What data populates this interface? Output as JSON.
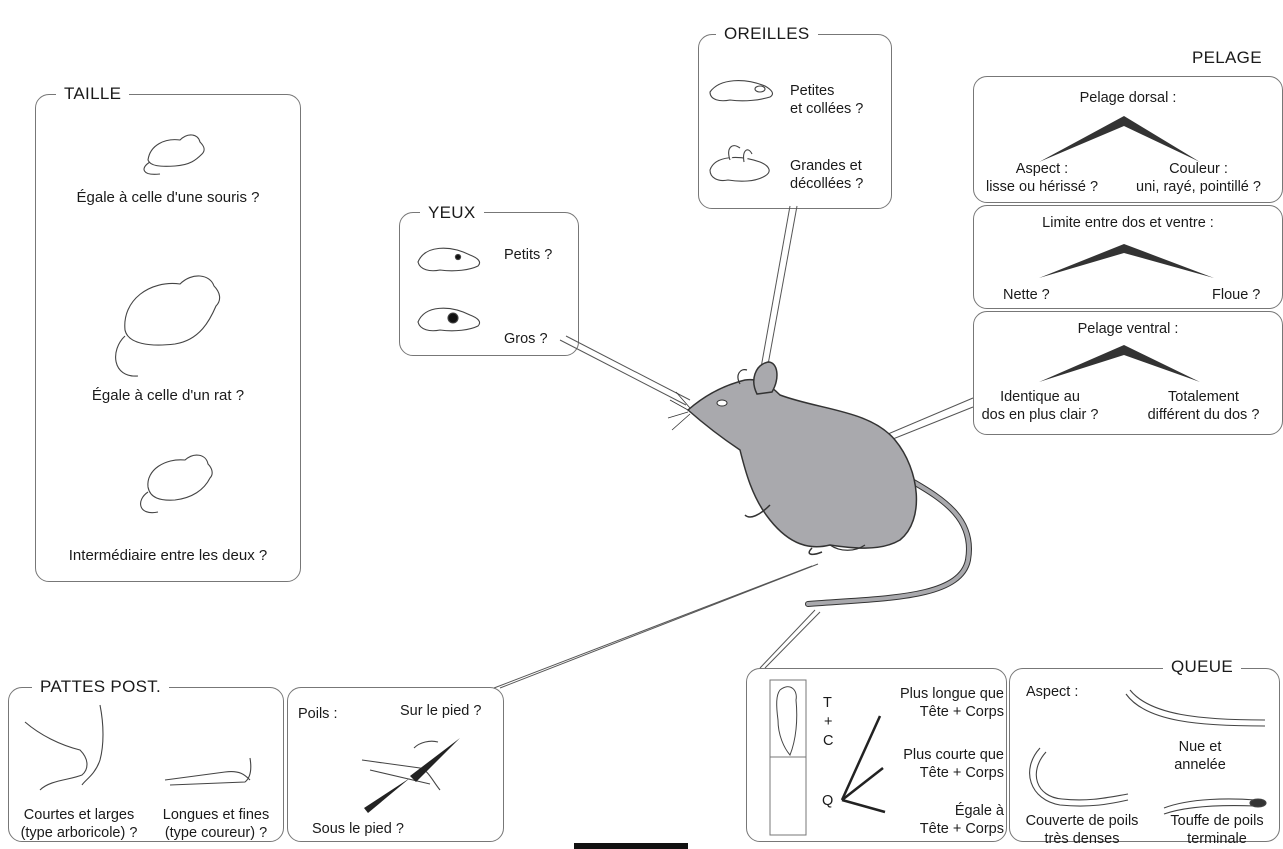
{
  "taille": {
    "title": "TAILLE",
    "options": [
      "Égale à celle d'une souris ?",
      "Égale à celle d'un rat ?",
      "Intermédiaire entre les deux ?"
    ]
  },
  "yeux": {
    "title": "YEUX",
    "small": "Petits ?",
    "big": "Gros ?"
  },
  "oreilles": {
    "title": "OREILLES",
    "small_l1": "Petites",
    "small_l2": "et collées ?",
    "big_l1": "Grandes et",
    "big_l2": "décollées ?"
  },
  "pelage": {
    "title": "PELAGE",
    "dorsal": {
      "heading": "Pelage dorsal :",
      "left_l1": "Aspect :",
      "left_l2": "lisse ou hérissé ?",
      "right_l1": "Couleur :",
      "right_l2": "uni, rayé, pointillé ?"
    },
    "limite": {
      "heading": "Limite entre dos et ventre  :",
      "left": "Nette ?",
      "right": "Floue ?"
    },
    "ventral": {
      "heading": "Pelage ventral :",
      "left_l1": "Identique au",
      "left_l2": "dos en plus clair ?",
      "right_l1": "Totalement",
      "right_l2": "différent du dos ?"
    }
  },
  "pattes": {
    "title": "PATTES POST.",
    "short_l1": "Courtes et larges",
    "short_l2": "(type arboricole) ?",
    "long_l1": "Longues et fines",
    "long_l2": "(type coureur) ?",
    "poils_label": "Poils :",
    "on_foot": "Sur le pied ?",
    "under_foot": "Sous le pied ?"
  },
  "queue": {
    "title": "QUEUE",
    "letter_t": "T",
    "letter_plus": "+",
    "letter_c": "C",
    "letter_q": "Q",
    "longer_l1": "Plus longue que",
    "longer_l2": "Tête + Corps",
    "shorter_l1": "Plus courte que",
    "shorter_l2": "Tête + Corps",
    "equal_l1": "Égale à",
    "equal_l2": "Tête + Corps",
    "aspect_label": "Aspect :",
    "nue_l1": "Nue et",
    "nue_l2": "annelée",
    "couverte_l1": "Couverte de poils",
    "couverte_l2": "très denses",
    "touffe_l1": "Touffe de poils",
    "touffe_l2": "terminale"
  },
  "colors": {
    "mouse_fill": "#a9a9ad",
    "outline": "#333333",
    "panel_border": "#777777"
  }
}
